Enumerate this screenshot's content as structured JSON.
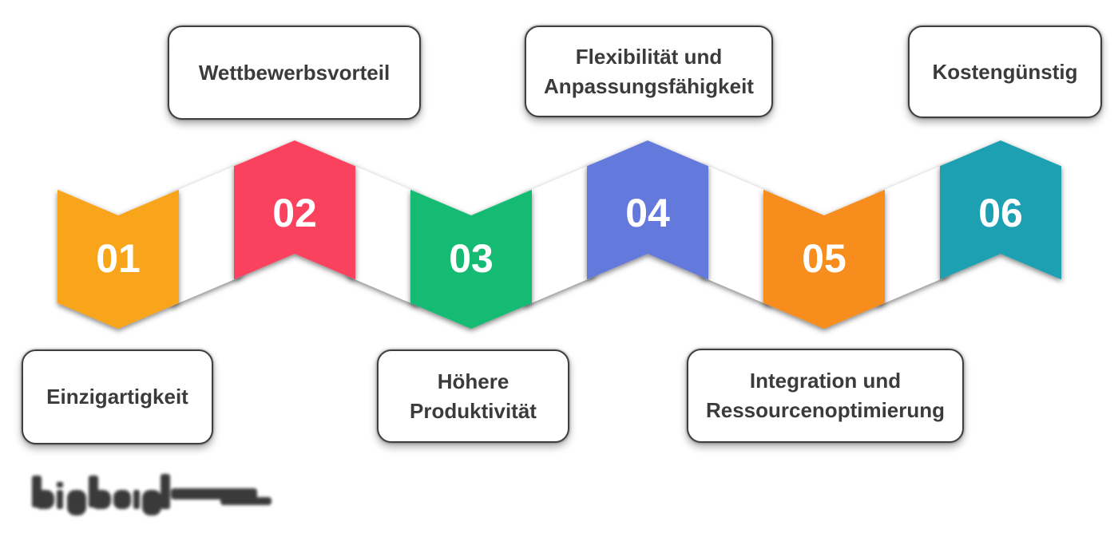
{
  "design": {
    "background": "#ffffff",
    "box_fill": "#ffffff",
    "box_border_color": "#3f3f3f",
    "label_text_color": "#3b3b3b",
    "number_text_color": "#ffffff",
    "ribbon_connector_color": "#ffffff"
  },
  "steps": [
    {
      "number": "01",
      "label": "Einzigartigkeit",
      "label_lines": [
        "Einzigartigkeit"
      ],
      "color": "#F9A51A",
      "position": "valley",
      "label_position": "below"
    },
    {
      "number": "02",
      "label": "Wettbewerbsvorteil",
      "label_lines": [
        "Wettbewerbsvorteil"
      ],
      "color": "#FA425F",
      "position": "peak",
      "label_position": "above"
    },
    {
      "number": "03",
      "label": "Höhere Produktivität",
      "label_lines": [
        "Höhere",
        "Produktivität"
      ],
      "color": "#14BB73",
      "position": "valley",
      "label_position": "below"
    },
    {
      "number": "04",
      "label": "Flexibilität und Anpassungsfähigkeit",
      "label_lines": [
        "Flexibilität und",
        "Anpassungsfähigkeit"
      ],
      "color": "#6379DB",
      "position": "peak",
      "label_position": "above"
    },
    {
      "number": "05",
      "label": "Integration und Ressourcenoptimierung",
      "label_lines": [
        "Integration und",
        "Ressourcenoptimierung"
      ],
      "color": "#F78D1E",
      "position": "valley",
      "label_position": "below"
    },
    {
      "number": "06",
      "label": "Kostengünstig",
      "label_lines": [
        "Kostengünstig"
      ],
      "color": "#1BA0B2",
      "position": "peak",
      "label_position": "above"
    }
  ]
}
